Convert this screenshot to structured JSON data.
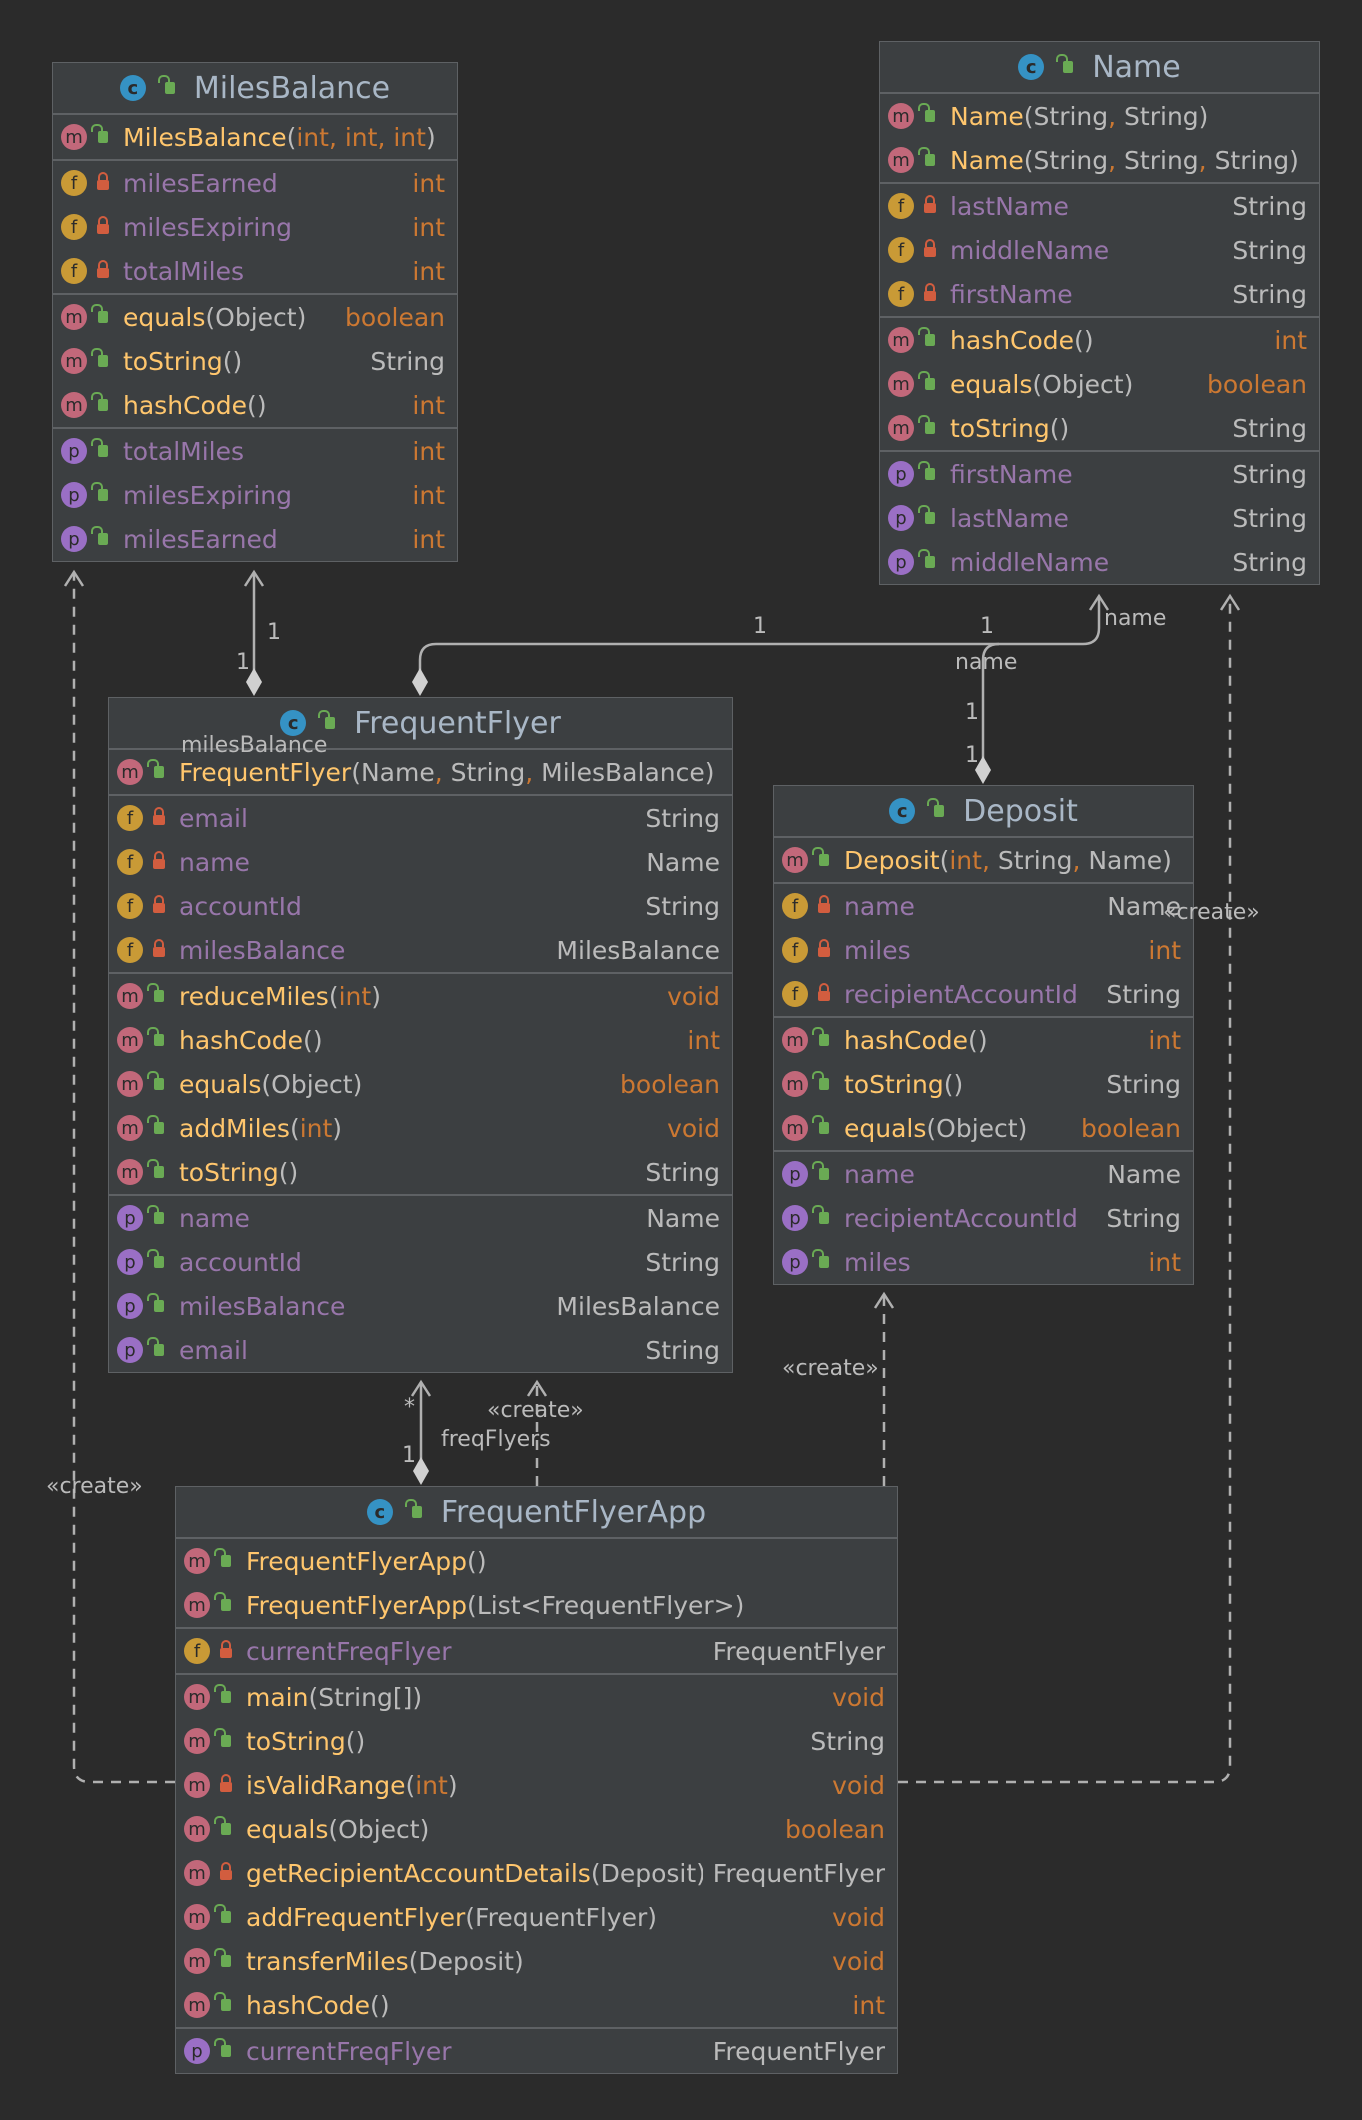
{
  "colors": {
    "background": "#2b2b2b",
    "box": "#3c3f41",
    "border": "#5e6164",
    "method": "#ffc66d",
    "field": "#9876aa",
    "primitive": "#cc7832",
    "text": "#bbbbbb",
    "edge": "#b0b0b0"
  },
  "classes": {
    "milesBalance": {
      "title": "MilesBalance",
      "constructors": [
        {
          "name": "MilesBalance",
          "params": [
            {
              "t": "int",
              "prim": true
            },
            {
              "t": "int",
              "prim": true
            },
            {
              "t": "int",
              "prim": true
            }
          ]
        }
      ],
      "fields": [
        {
          "name": "milesEarned",
          "type": "int",
          "prim": true,
          "vis": "private"
        },
        {
          "name": "milesExpiring",
          "type": "int",
          "prim": true,
          "vis": "private"
        },
        {
          "name": "totalMiles",
          "type": "int",
          "prim": true,
          "vis": "private"
        }
      ],
      "methods": [
        {
          "name": "equals",
          "params": [
            {
              "t": "Object"
            }
          ],
          "type": "boolean",
          "prim": true
        },
        {
          "name": "toString",
          "params": [],
          "type": "String"
        },
        {
          "name": "hashCode",
          "params": [],
          "type": "int",
          "prim": true
        }
      ],
      "properties": [
        {
          "name": "totalMiles",
          "type": "int",
          "prim": true
        },
        {
          "name": "milesExpiring",
          "type": "int",
          "prim": true
        },
        {
          "name": "milesEarned",
          "type": "int",
          "prim": true
        }
      ]
    },
    "name": {
      "title": "Name",
      "constructors": [
        {
          "name": "Name",
          "params": [
            {
              "t": "String"
            },
            {
              "t": "String"
            }
          ]
        },
        {
          "name": "Name",
          "params": [
            {
              "t": "String"
            },
            {
              "t": "String"
            },
            {
              "t": "String"
            }
          ]
        }
      ],
      "fields": [
        {
          "name": "lastName",
          "type": "String",
          "vis": "private"
        },
        {
          "name": "middleName",
          "type": "String",
          "vis": "private"
        },
        {
          "name": "firstName",
          "type": "String",
          "vis": "private"
        }
      ],
      "methods": [
        {
          "name": "hashCode",
          "params": [],
          "type": "int",
          "prim": true
        },
        {
          "name": "equals",
          "params": [
            {
              "t": "Object"
            }
          ],
          "type": "boolean",
          "prim": true
        },
        {
          "name": "toString",
          "params": [],
          "type": "String"
        }
      ],
      "properties": [
        {
          "name": "firstName",
          "type": "String"
        },
        {
          "name": "lastName",
          "type": "String"
        },
        {
          "name": "middleName",
          "type": "String"
        }
      ]
    },
    "frequentFlyer": {
      "title": "FrequentFlyer",
      "constructors": [
        {
          "name": "FrequentFlyer",
          "params": [
            {
              "t": "Name"
            },
            {
              "t": "String"
            },
            {
              "t": "MilesBalance"
            }
          ]
        }
      ],
      "fields": [
        {
          "name": "email",
          "type": "String",
          "vis": "private"
        },
        {
          "name": "name",
          "type": "Name",
          "vis": "private"
        },
        {
          "name": "accountId",
          "type": "String",
          "vis": "private"
        },
        {
          "name": "milesBalance",
          "type": "MilesBalance",
          "vis": "private"
        }
      ],
      "methods": [
        {
          "name": "reduceMiles",
          "params": [
            {
              "t": "int",
              "prim": true
            }
          ],
          "type": "void",
          "prim": true
        },
        {
          "name": "hashCode",
          "params": [],
          "type": "int",
          "prim": true
        },
        {
          "name": "equals",
          "params": [
            {
              "t": "Object"
            }
          ],
          "type": "boolean",
          "prim": true
        },
        {
          "name": "addMiles",
          "params": [
            {
              "t": "int",
              "prim": true
            }
          ],
          "type": "void",
          "prim": true
        },
        {
          "name": "toString",
          "params": [],
          "type": "String"
        }
      ],
      "properties": [
        {
          "name": "name",
          "type": "Name"
        },
        {
          "name": "accountId",
          "type": "String"
        },
        {
          "name": "milesBalance",
          "type": "MilesBalance"
        },
        {
          "name": "email",
          "type": "String"
        }
      ]
    },
    "deposit": {
      "title": "Deposit",
      "constructors": [
        {
          "name": "Deposit",
          "params": [
            {
              "t": "int",
              "prim": true
            },
            {
              "t": "String"
            },
            {
              "t": "Name"
            }
          ]
        }
      ],
      "fields": [
        {
          "name": "name",
          "type": "Name",
          "vis": "private"
        },
        {
          "name": "miles",
          "type": "int",
          "prim": true,
          "vis": "private"
        },
        {
          "name": "recipientAccountId",
          "type": "String",
          "vis": "private"
        }
      ],
      "methods": [
        {
          "name": "hashCode",
          "params": [],
          "type": "int",
          "prim": true
        },
        {
          "name": "toString",
          "params": [],
          "type": "String"
        },
        {
          "name": "equals",
          "params": [
            {
              "t": "Object"
            }
          ],
          "type": "boolean",
          "prim": true
        }
      ],
      "properties": [
        {
          "name": "name",
          "type": "Name"
        },
        {
          "name": "recipientAccountId",
          "type": "String"
        },
        {
          "name": "miles",
          "type": "int",
          "prim": true
        }
      ]
    },
    "frequentFlyerApp": {
      "title": "FrequentFlyerApp",
      "constructors": [
        {
          "name": "FrequentFlyerApp",
          "params": []
        },
        {
          "name": "FrequentFlyerApp",
          "params": [
            {
              "t": "List<FrequentFlyer>"
            }
          ]
        }
      ],
      "fields": [
        {
          "name": "currentFreqFlyer",
          "type": "FrequentFlyer",
          "vis": "private"
        }
      ],
      "methods": [
        {
          "name": "main",
          "params": [
            {
              "t": "String[]"
            }
          ],
          "type": "void",
          "prim": true
        },
        {
          "name": "toString",
          "params": [],
          "type": "String"
        },
        {
          "name": "isValidRange",
          "params": [
            {
              "t": "int",
              "prim": true
            }
          ],
          "type": "void",
          "prim": true,
          "vis": "private"
        },
        {
          "name": "equals",
          "params": [
            {
              "t": "Object"
            }
          ],
          "type": "boolean",
          "prim": true
        },
        {
          "name": "getRecipientAccountDetails",
          "params": [
            {
              "t": "Deposit"
            }
          ],
          "type": "FrequentFlyer",
          "vis": "private"
        },
        {
          "name": "addFrequentFlyer",
          "params": [
            {
              "t": "FrequentFlyer"
            }
          ],
          "type": "void",
          "prim": true
        },
        {
          "name": "transferMiles",
          "params": [
            {
              "t": "Deposit"
            }
          ],
          "type": "void",
          "prim": true
        },
        {
          "name": "hashCode",
          "params": [],
          "type": "int",
          "prim": true
        }
      ],
      "properties": [
        {
          "name": "currentFreqFlyer",
          "type": "FrequentFlyer"
        }
      ]
    }
  },
  "edge_labels": {
    "ff_mb_mult_top": "1",
    "ff_mb_mult_bottom": "1",
    "ff_mb_role": "milesBalance",
    "ff_name_mult_left": "1",
    "ff_name_mult_right": "1",
    "ff_name_role": "name",
    "dep_name_role": "name",
    "dep_name_mult_top": "1",
    "dep_name_mult_bottom": "1",
    "app_ff_mult_top": "*",
    "app_ff_mult_bottom": "1",
    "app_ff_role": "freqFlyers",
    "app_ff_create": "«create»",
    "app_dep_create": "«create»",
    "app_mb_create": "«create»",
    "app_name_create": "«create»"
  },
  "class_kind_letter": "c",
  "member_kind_letters": {
    "method": "m",
    "field": "f",
    "property": "p"
  }
}
